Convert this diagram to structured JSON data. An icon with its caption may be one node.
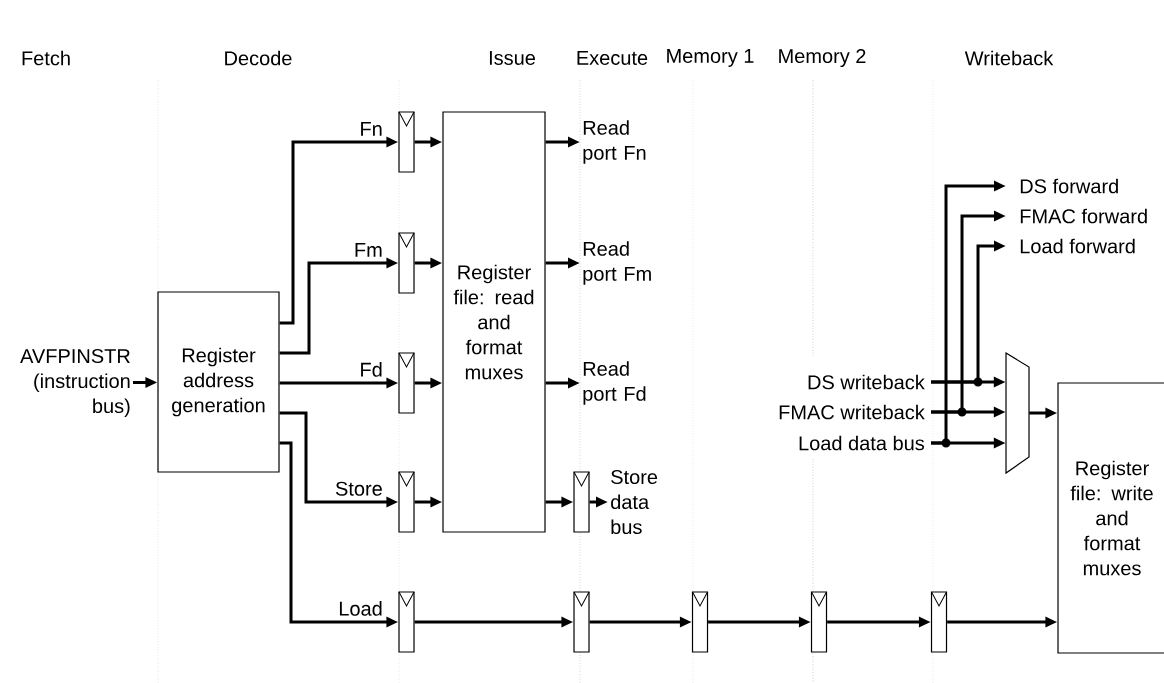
{
  "diagram": {
    "nodes": [
      {
        "text": [
          "AVFPINSTR (instruction bus)"
        ]
      },
      {
        "text": [
          "Register address generation"
        ]
      },
      {
        "text": [],
        "shape": "box"
      },
      {
        "text": [],
        "shape": "box"
      },
      {
        "text": [],
        "shape": "box"
      },
      {
        "text": [],
        "shape": "box"
      },
      {
        "text": [],
        "shape": "box"
      },
      {
        "text": [
          "Register file: read and format muxes"
        ]
      },
      {
        "text": [
          "Read port Fn"
        ]
      },
      {
        "text": [
          "Read port Fm"
        ]
      },
      {
        "text": [
          "Read port Fd"
        ]
      },
      {
        "text": [],
        "shape": "box"
      },
      {
        "text": [
          "Store data bus"
        ]
      },
      {
        "text": [],
        "shape": "box"
      },
      {
        "text": [],
        "shape": "box"
      },
      {
        "text": [],
        "shape": "box"
      },
      {
        "text": [],
        "shape": "box"
      },
      {
        "text": [
          "DS forward"
        ]
      },
      {
        "text": [
          "FMAC forward"
        ]
      },
      {
        "text": [
          "Load forward"
        ]
      },
      {
        "text": [
          "DS writeback"
        ]
      },
      {
        "text": [
          "FMAC writeback"
        ]
      },
      {
        "text": [
          "Load data bus"
        ]
      },
      {
        "text": [],
        "shape": "trapezoid"
      },
      {
        "text": [
          "Register file: write and format muxes"
        ]
      }
    ],
    "edges": [
      {
        "from": 0,
        "to": 1,
        "arrow": "to"
      },
      {
        "from": 1,
        "to": 2,
        "arrow": "to",
        "label": "Fn"
      },
      {
        "from": 1,
        "to": 3,
        "arrow": "to",
        "label": "Fm"
      },
      {
        "from": 1,
        "to": 4,
        "arrow": "to",
        "label": "Fd"
      },
      {
        "from": 1,
        "to": 5,
        "arrow": "to",
        "label": "Store"
      },
      {
        "from": 1,
        "to": 6,
        "arrow": "to",
        "label": "Load"
      },
      {
        "from": 2,
        "to": 7,
        "arrow": "to"
      },
      {
        "from": 3,
        "to": 7,
        "arrow": "to"
      },
      {
        "from": 4,
        "to": 7,
        "arrow": "to"
      },
      {
        "from": 5,
        "to": 7,
        "arrow": "to"
      },
      {
        "from": 7,
        "to": 8,
        "arrow": "to"
      },
      {
        "from": 7,
        "to": 9,
        "arrow": "to"
      },
      {
        "from": 7,
        "to": 10,
        "arrow": "to"
      },
      {
        "from": 7,
        "to": 11,
        "arrow": "to"
      },
      {
        "from": 11,
        "to": 12,
        "arrow": "to"
      },
      {
        "from": 6,
        "to": 13,
        "arrow": "to"
      },
      {
        "from": 13,
        "to": 14,
        "arrow": "to"
      },
      {
        "from": 14,
        "to": 15,
        "arrow": "to"
      },
      {
        "from": 15,
        "to": 16,
        "arrow": "to"
      },
      {
        "from": 16,
        "to": 24,
        "arrow": "to"
      },
      {
        "from": 22,
        "to": 17,
        "arrow": "to"
      },
      {
        "from": 21,
        "to": 18,
        "arrow": "to"
      },
      {
        "from": 20,
        "to": 19,
        "arrow": "to"
      },
      {
        "from": 20,
        "to": 23,
        "arrow": "to"
      },
      {
        "from": 21,
        "to": 23,
        "arrow": "to"
      },
      {
        "from": 22,
        "to": 23,
        "arrow": "to"
      },
      {
        "from": 23,
        "to": 24,
        "arrow": "to"
      }
    ],
    "labels": [
      "Fetch",
      "Decode",
      "Issue",
      "Execute",
      "Memory 1",
      "Memory 2",
      "Writeback"
    ]
  }
}
